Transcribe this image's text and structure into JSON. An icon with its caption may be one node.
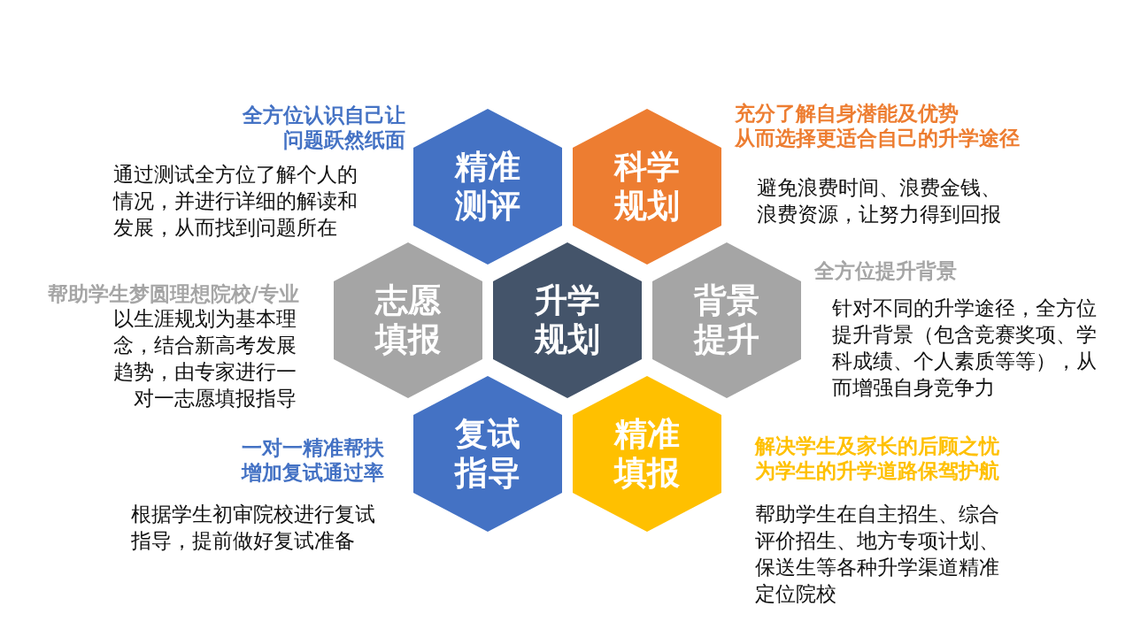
{
  "diagram": {
    "nodes": [
      {
        "text": [
          "精准测评"
        ],
        "beside": [
          "全方位认识自己让问题跃然纸面",
          "通过测试全方位了解个人的情况，并进行详细的解读和发展，从而找到问题所在"
        ]
      },
      {
        "text": [
          "科学规划"
        ],
        "beside": [
          "充分了解自身潜能及优势",
          "从而选择更适合自己的升学途径",
          "避免浪费时间、浪费金钱、浪费资源，让努力得到回报"
        ]
      },
      {
        "text": [
          "志愿填报"
        ],
        "beside": [
          "帮助学生梦圆理想院校/专业",
          "以生涯规划为基本理念，结合新高考发展趋势，由专家进行一对一志愿填报指导"
        ]
      },
      {
        "text": [
          "升学规划"
        ]
      },
      {
        "text": [
          "背景提升"
        ],
        "beside": [
          "全方位提升背景",
          "针对不同的升学途径，全方位提升背景（包含竞赛奖项、学科成绩、个人素质等等），从而增强自身竞争力"
        ]
      },
      {
        "text": [
          "复试指导"
        ],
        "beside": [
          "一对一精准帮扶增加复试通过率",
          "根据学生初审院校进行复试指导，提前做好复试准备"
        ]
      },
      {
        "text": [
          "精准填报"
        ],
        "beside": [
          "解决学生及家长的后顾之忧为学生的升学道路保驾护航",
          "帮助学生在自主招生、综合评价招生、地方专项计划、保送生等各种升学渠道精准定位院校"
        ]
      }
    ]
  }
}
